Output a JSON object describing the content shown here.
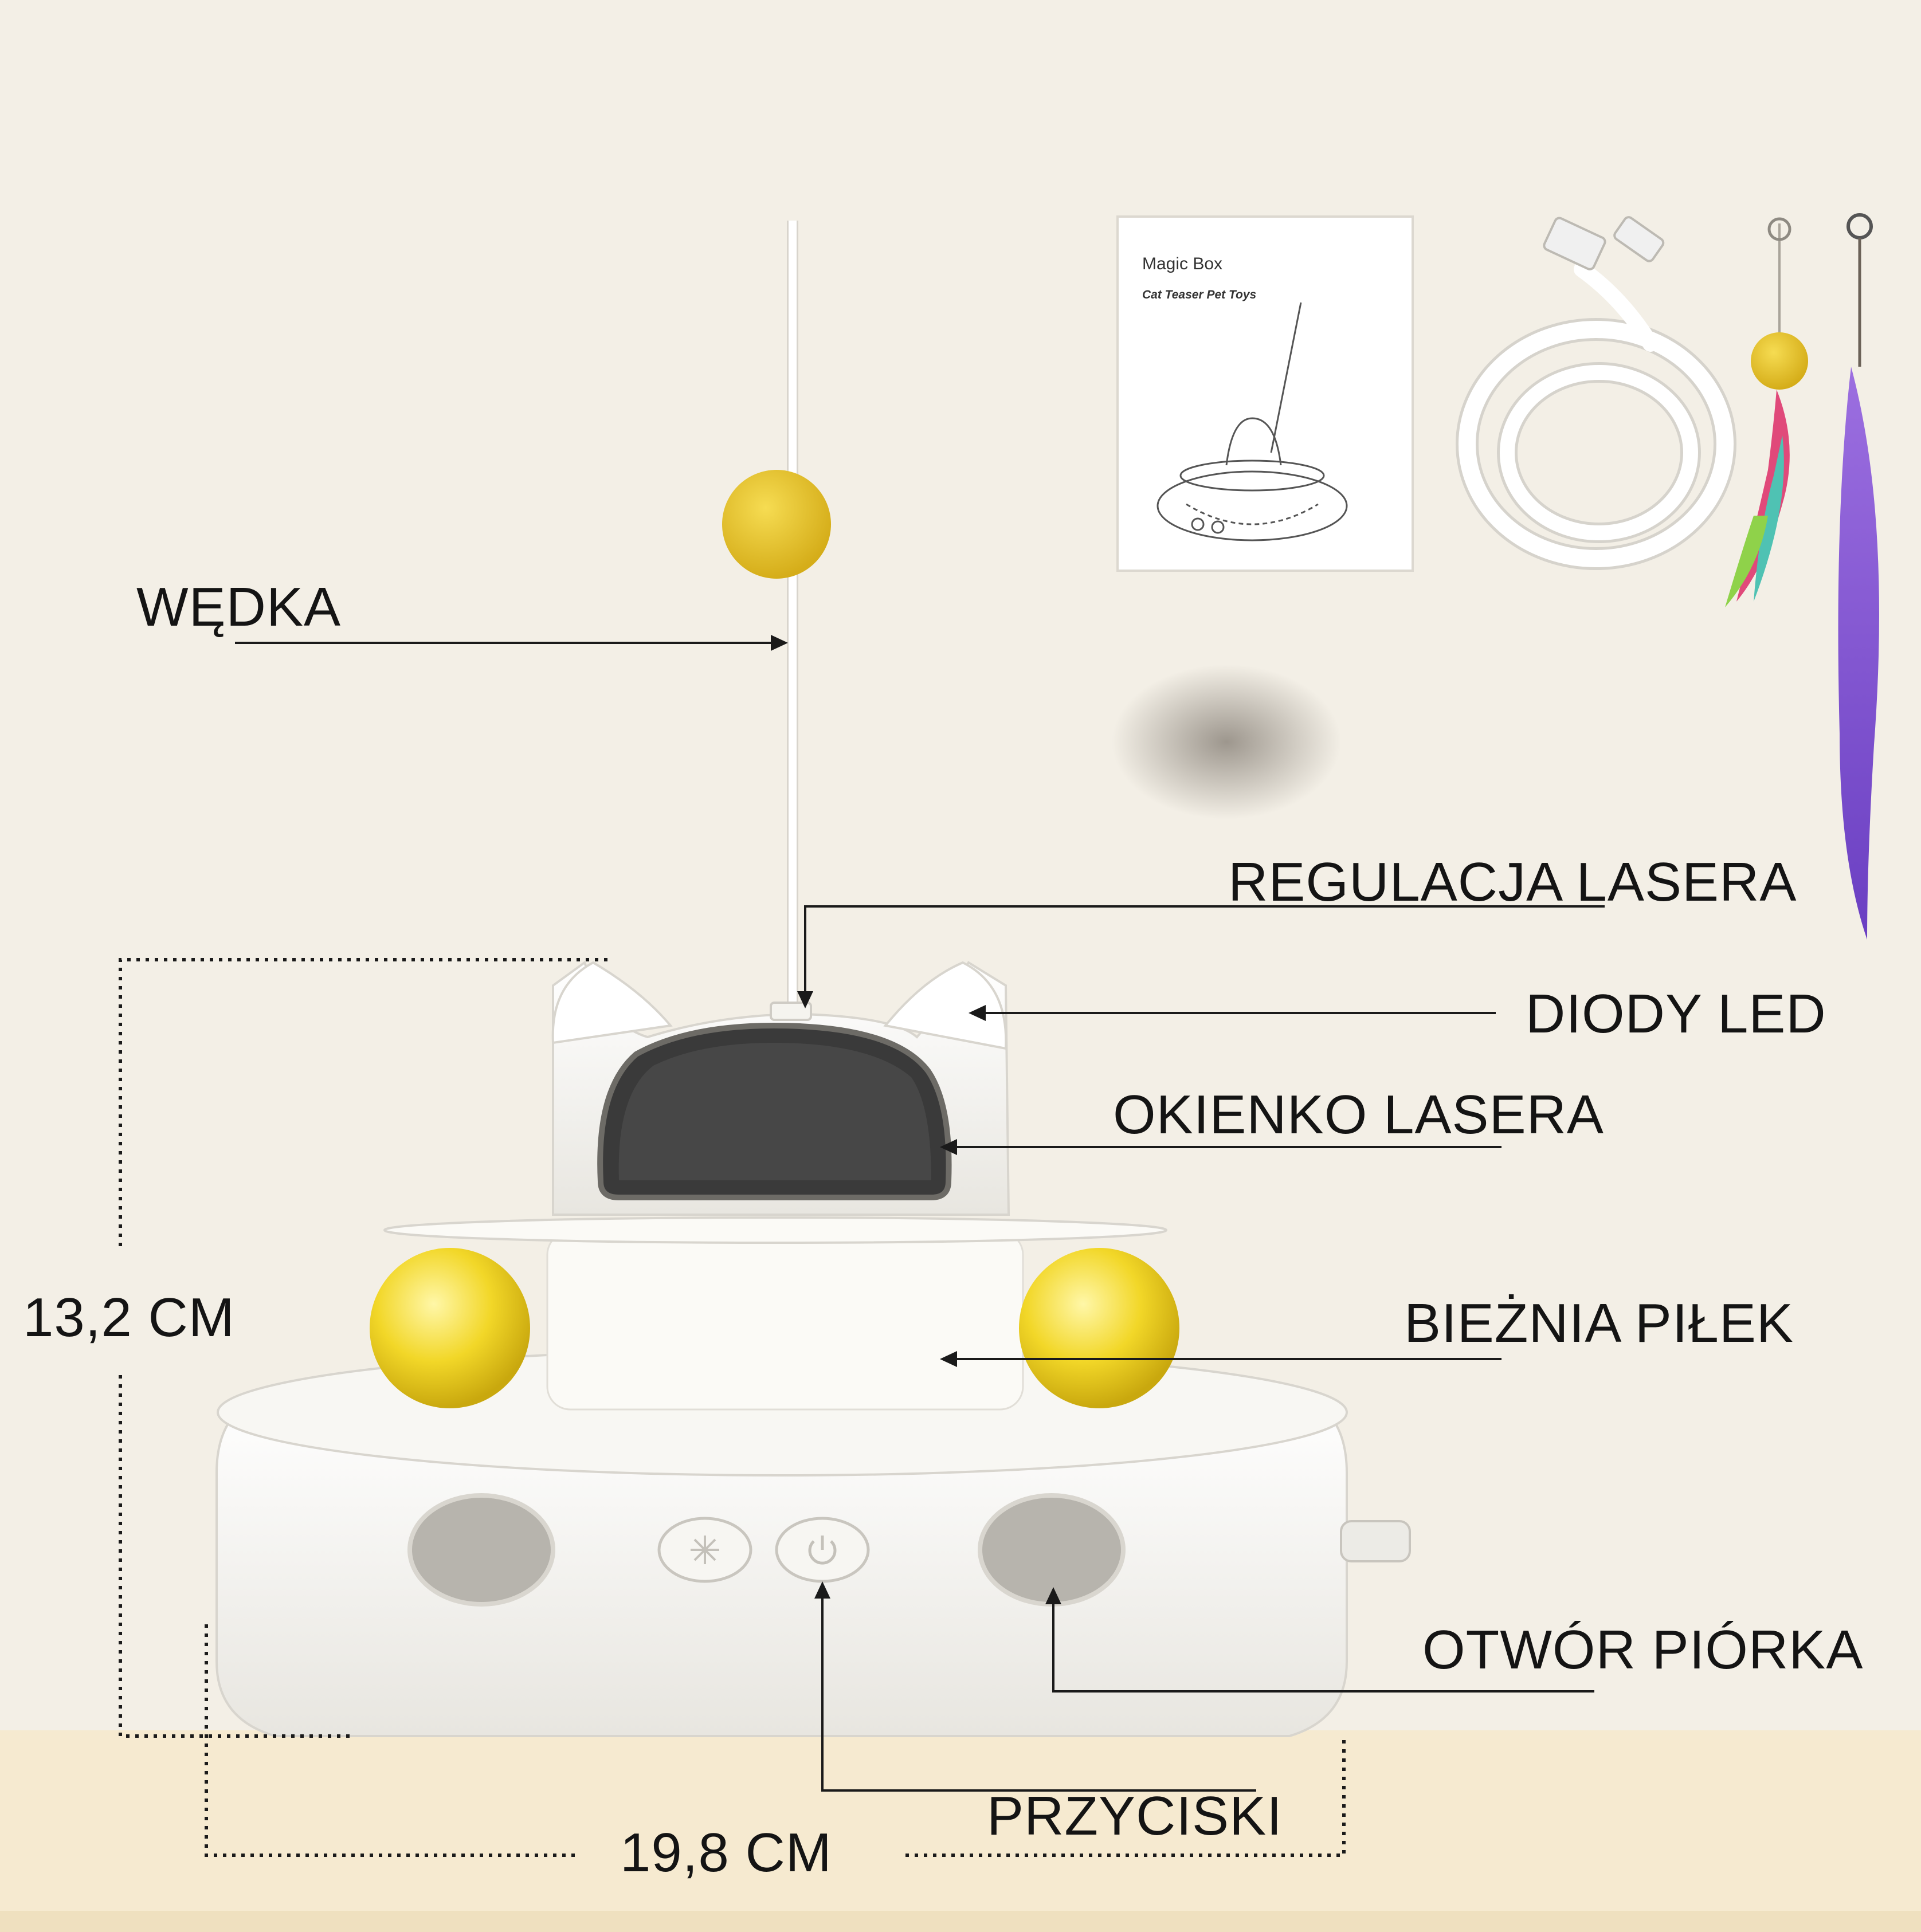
{
  "labels": {
    "fishing_rod": "WĘDKA",
    "laser_adjust": "REGULACJA LASERA",
    "led": "DIODY LED",
    "laser_window": "OKIENKO LASERA",
    "ball_track": "BIEŻNIA PIŁEK",
    "feather_hole": "OTWÓR PIÓRKA",
    "buttons": "PRZYCISKI"
  },
  "dimensions": {
    "height": "13,2 CM",
    "width": "19,8 CM"
  },
  "manual": {
    "title": "Magic Box",
    "subtitle": "Cat Teaser Pet Toys"
  },
  "colors": {
    "background": "#f3efe6",
    "toy_body": "#ffffff",
    "ball": "#f1d52a",
    "window": "#3a3a3a",
    "feather": "#7f4fcf",
    "shelf": "#f6ead0"
  },
  "icons": [
    "power-icon",
    "light-icon"
  ]
}
